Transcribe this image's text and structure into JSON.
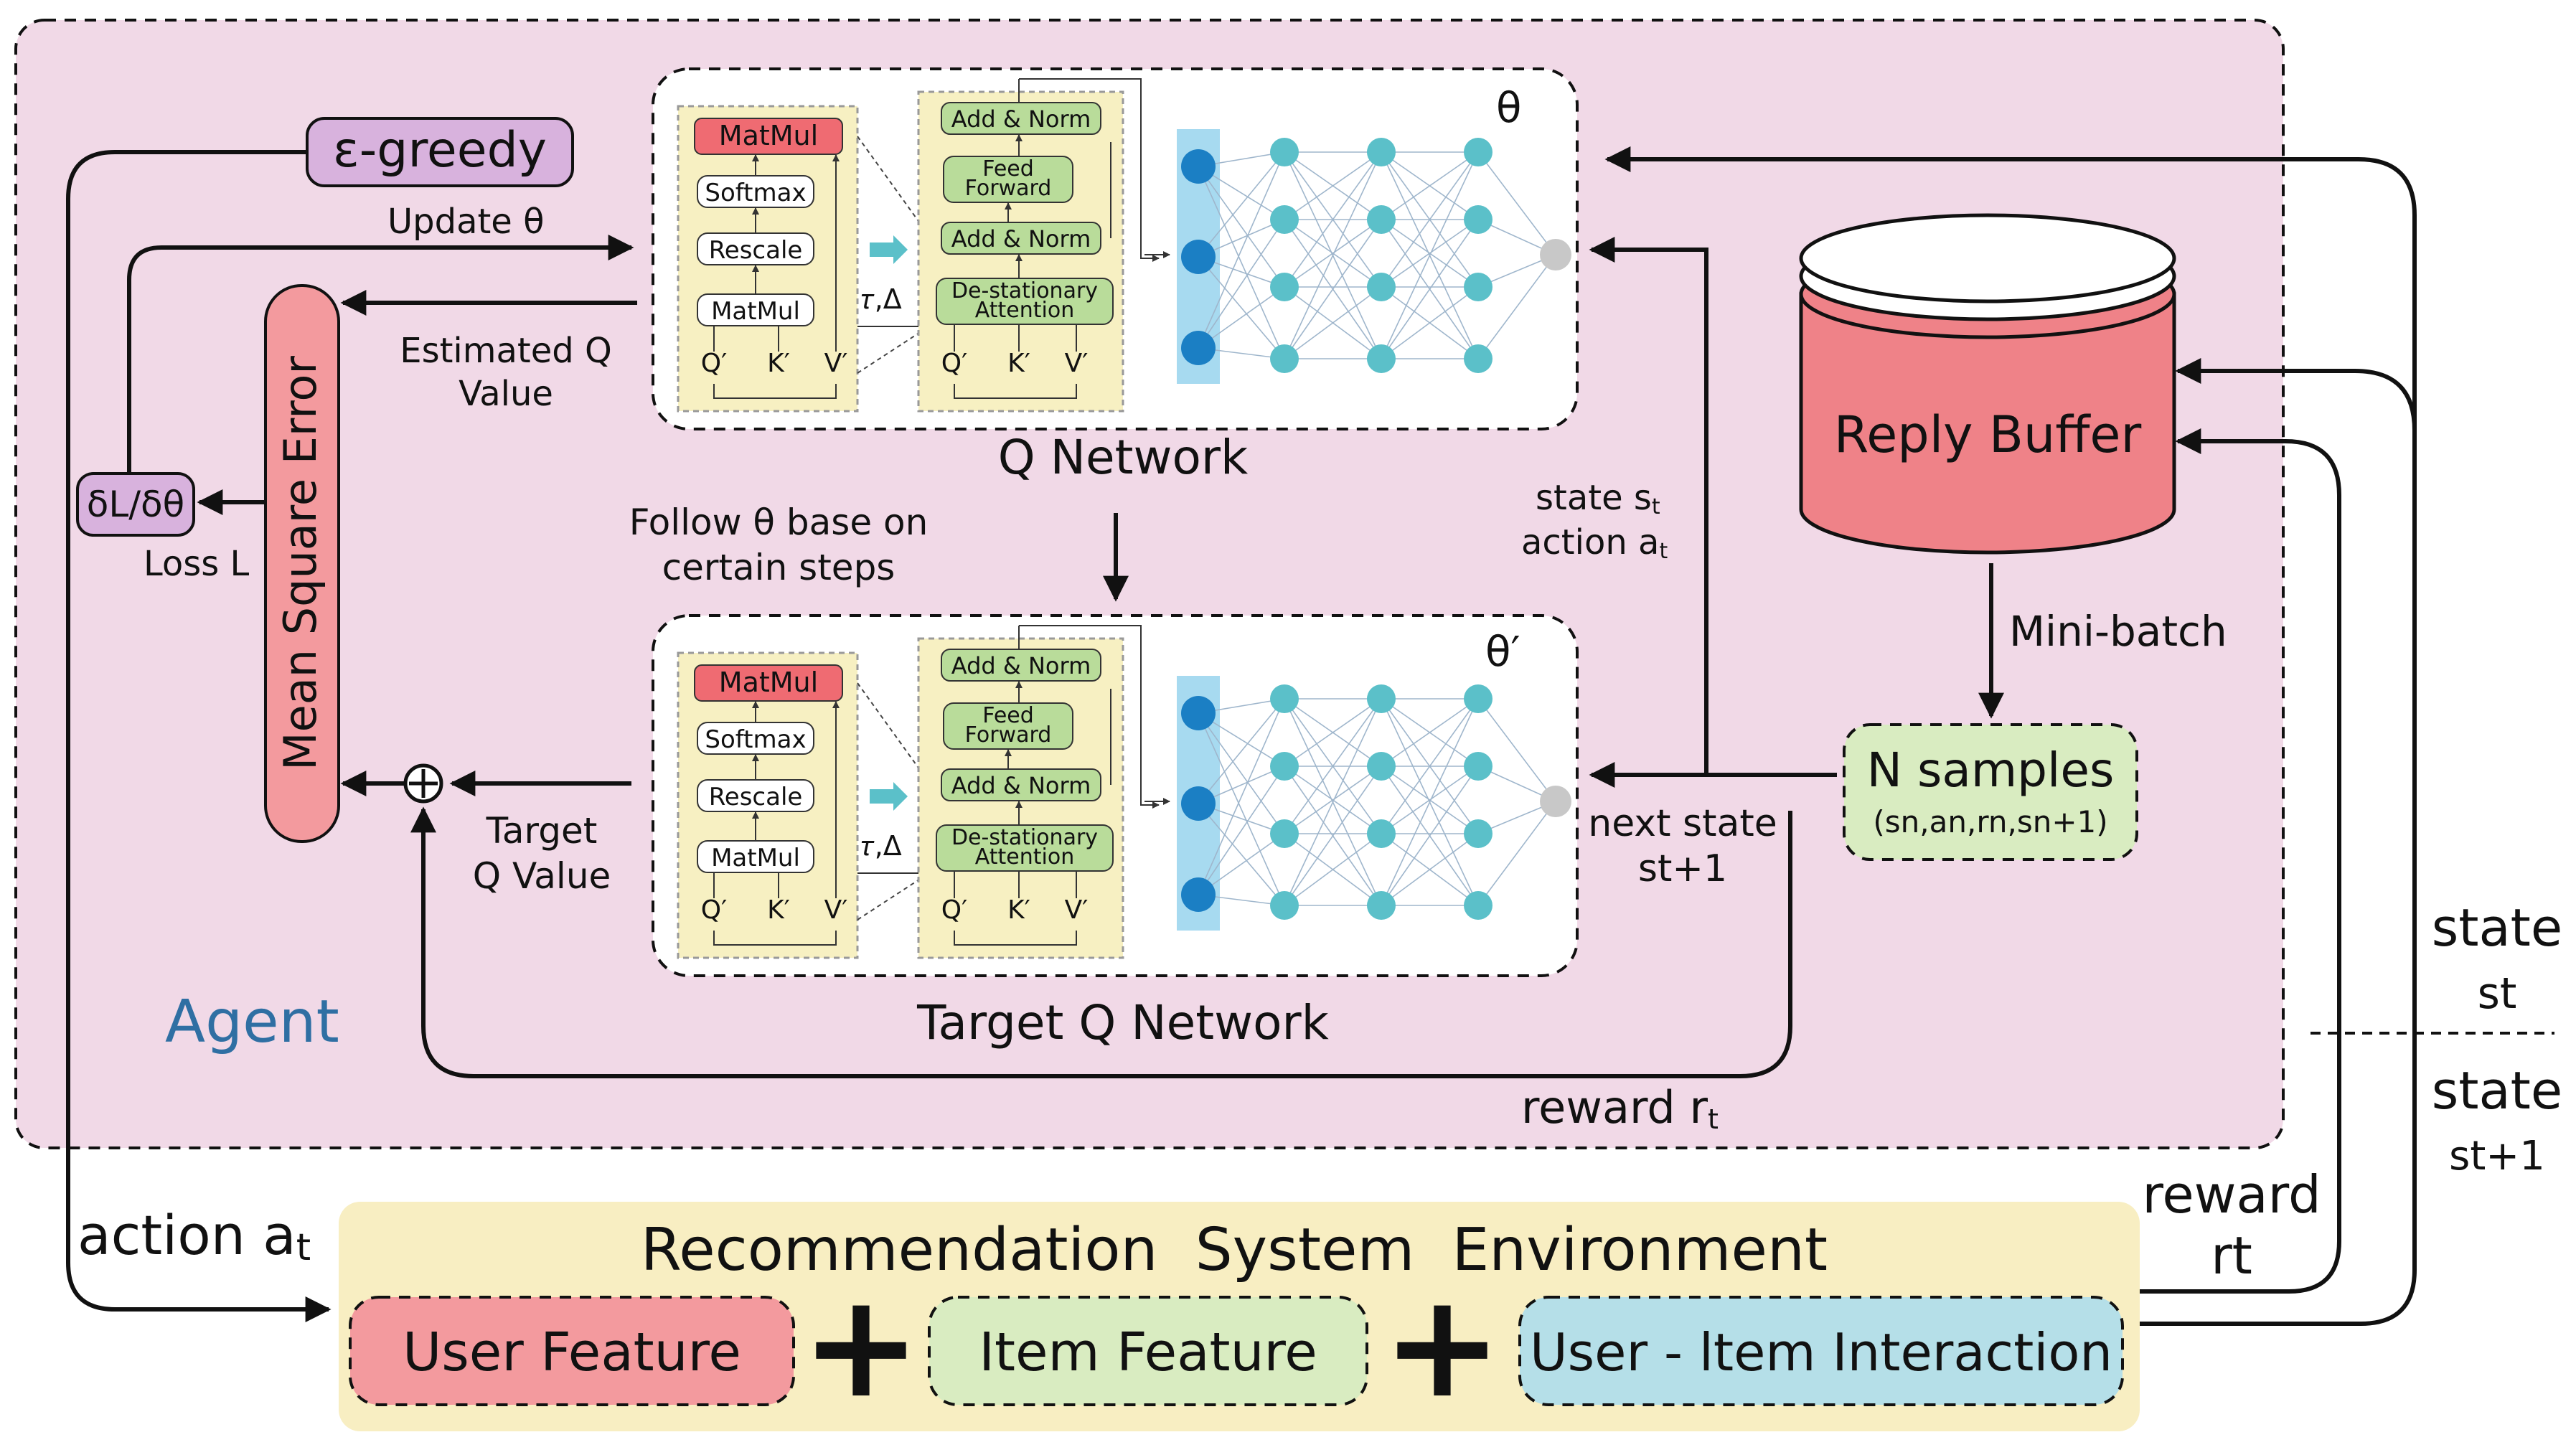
{
  "agent": {
    "label": "Agent"
  },
  "epsilon_greedy": "ε-greedy",
  "update_theta": "Update θ",
  "estimated_q": [
    "Estimated Q",
    "Value"
  ],
  "mse": "Mean Square Error",
  "grad": "δL/δθ",
  "loss": "Loss L",
  "follow": [
    "Follow θ base on",
    "certain steps"
  ],
  "target_q_value": [
    "Target",
    "Q Value"
  ],
  "plus_circle": "⊕",
  "q_network": {
    "label": "Q Network",
    "theta": "θ"
  },
  "target_network": {
    "label": "Target Q Network",
    "theta": "θ′"
  },
  "attn_left": {
    "matmul_top": "MatMul",
    "softmax": "Softmax",
    "rescale": "Rescale",
    "matmul_bottom": "MatMul",
    "q": "Q′",
    "k": "K′",
    "v": "V′"
  },
  "attn_right": {
    "add_norm_top": "Add & Norm",
    "feed_forward": [
      "Feed",
      "Forward"
    ],
    "add_norm_mid": "Add & Norm",
    "destationary": [
      "De-stationary",
      "Attention"
    ],
    "q": "Q′",
    "k": "K′",
    "v": "V′"
  },
  "tau_delta": "𝜏,Δ",
  "state_action": {
    "state": "state",
    "s_sub": "s",
    "s_idx": "t",
    "action": "action",
    "a_sub": "a",
    "a_idx": "t"
  },
  "next_state": [
    "next state",
    "st+1"
  ],
  "reward_inner": {
    "word": "reward",
    "r": "r",
    "idx": "t"
  },
  "reply_buffer": "Reply Buffer",
  "mini_batch": "Mini-batch",
  "n_samples": {
    "title": "N samples",
    "tuple": "(sn,an,rn,sn+1)"
  },
  "right_labels": {
    "state_t": [
      "state",
      "st"
    ],
    "state_t1": [
      "state",
      "st+1"
    ],
    "reward_t": [
      "reward",
      "rt"
    ]
  },
  "action_outer": {
    "word": "action",
    "a": "a",
    "idx": "t"
  },
  "environment": {
    "title": "Recommendation  System  Environment",
    "user_feature": "User Feature",
    "item_feature": "Item Feature",
    "interaction": "User - ltem Interaction",
    "plus": "+"
  },
  "colors": {
    "agent_bg": "#f1d9e7",
    "env_bg": "#f8eec2",
    "mse": "#f39a9e",
    "purple": "#d8b2dd",
    "buffer": "#ef8288",
    "green": "#d9ecc1",
    "blue": "#b5dfe8",
    "yellow": "#f7f0c2",
    "node": "#5bc0c9"
  }
}
